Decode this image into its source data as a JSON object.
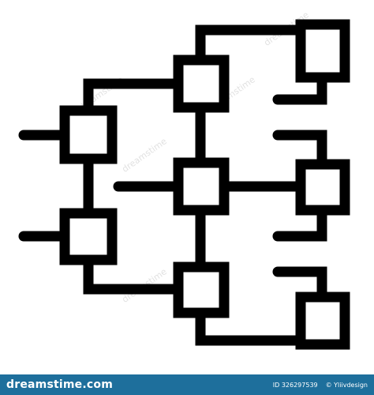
{
  "watermark": {
    "text": "dreamstime"
  },
  "footer": {
    "brand": "dreamstime.com",
    "image_id": "ID 326297539",
    "author": "© Yliivdesign",
    "background": "#1e6f9c"
  },
  "icon": {
    "name": "hierarchy-diagram-icon",
    "stroke_color": "#000000"
  }
}
